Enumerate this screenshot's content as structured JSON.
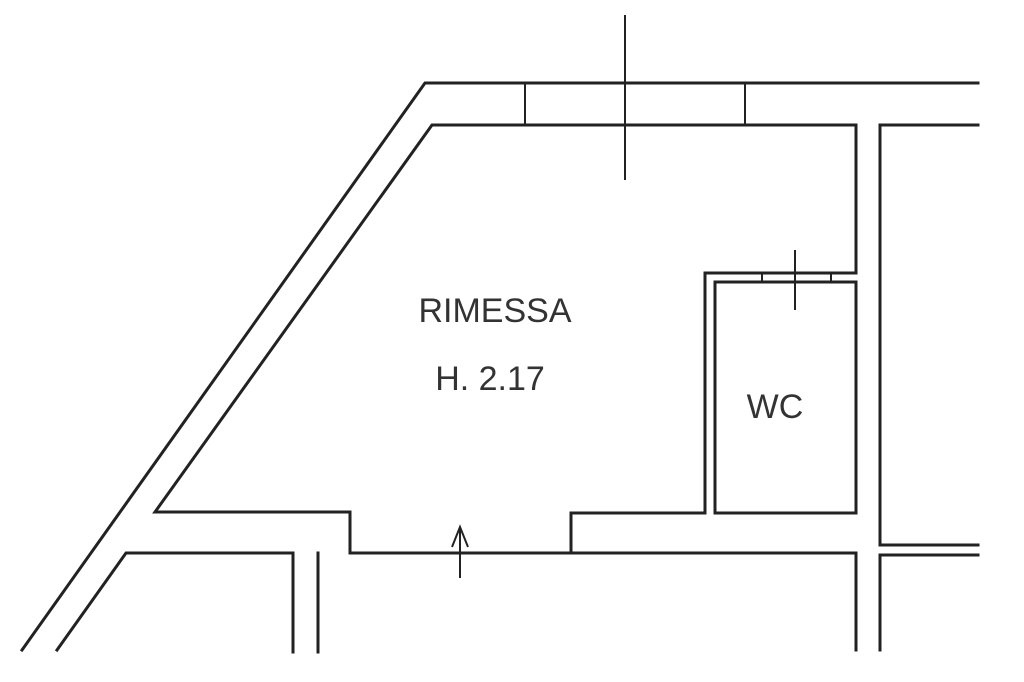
{
  "plan": {
    "room_name": "RIMESSA",
    "room_height": "H. 2.17",
    "wc_label": "WC",
    "line_color": "#222222"
  }
}
